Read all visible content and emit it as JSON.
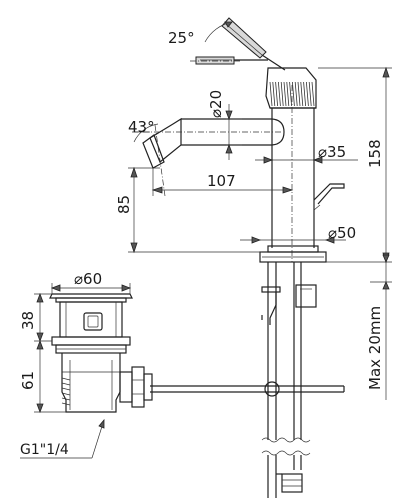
{
  "dimensions": {
    "lever_angle": "25°",
    "spout_diameter": "20",
    "spout_angle": "43°",
    "body_diameter": "35",
    "total_height": "158",
    "spout_reach": "107",
    "spout_height": "85",
    "base_diameter": "50",
    "mounting_max": "Max 20mm",
    "waste_diameter": "60",
    "waste_upper_height": "38",
    "waste_lower_height": "61",
    "waste_thread": "G1\"1/4"
  },
  "symbols": {
    "diameter": "⌀"
  }
}
